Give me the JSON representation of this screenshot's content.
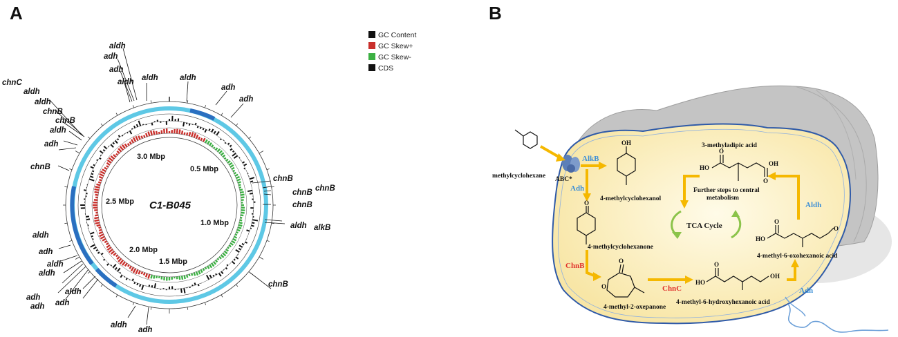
{
  "panel_a": {
    "letter": "A",
    "genome_name": "C1-B045",
    "scale_labels": [
      "3.0 Mbp",
      "0.5 Mbp",
      "2.5 Mbp",
      "1.0 Mbp",
      "2.0 Mbp",
      "1.5 Mbp"
    ],
    "gene_labels": [
      "aldh",
      "adh",
      "adh",
      "aldh",
      "aldh",
      "aldh",
      "adh",
      "adh",
      "chnC",
      "aldh",
      "aldh",
      "chnB",
      "chnB",
      "aldh",
      "adh",
      "chnB",
      "chnB",
      "chnB",
      "chnB",
      "chnB",
      "aldh",
      "alkB",
      "aldh",
      "adh",
      "aldh",
      "aldh",
      "adh",
      "adh",
      "aldh",
      "adh",
      "chnB",
      "aldh",
      "adh"
    ],
    "legend": [
      {
        "label": "GC Content",
        "color": "#111111"
      },
      {
        "label": "GC Skew+",
        "color": "#c9302c"
      },
      {
        "label": "GC Skew-",
        "color": "#3cb043"
      },
      {
        "label": "CDS",
        "color": "#111111"
      }
    ],
    "colors": {
      "cds_ring": "#5ec8e5",
      "cds_dark": "#2a6fc0",
      "skew_pos": "#c9302c",
      "skew_neg": "#3cb043"
    }
  },
  "panel_b": {
    "letter": "B",
    "compounds": {
      "substrate": "methylcyclohexane",
      "c1": "4-methylcyclohexanol",
      "c2": "4-methylcyclohexanone",
      "c3": "4-methyl-2-oxepanone",
      "c4": "4-methyl-6-hydroxyhexanoic acid",
      "c5": "4-methyl-6-oxohexanoic acid",
      "c6": "3-methyladipic acid"
    },
    "transporter": "ABC*",
    "enzymes": {
      "alkb": "AlkB",
      "adh1": "Adh",
      "chnb": "ChnB",
      "chnc": "ChnC",
      "adh2": "Adh",
      "aldh": "Aldh"
    },
    "further_steps": "Further steps to central metabolism",
    "tca": "TCA  Cycle",
    "atoms": {
      "o": "O",
      "oh": "OH",
      "ho": "HO"
    },
    "colors": {
      "arrow": "#f5b800",
      "membrane": "#2f5aa8",
      "cytoplasm": "#fdf3c8",
      "cell_wall": "#bdbdbd",
      "flagellum": "#6b9fd8",
      "tca_arrow": "#8bc34a"
    }
  }
}
